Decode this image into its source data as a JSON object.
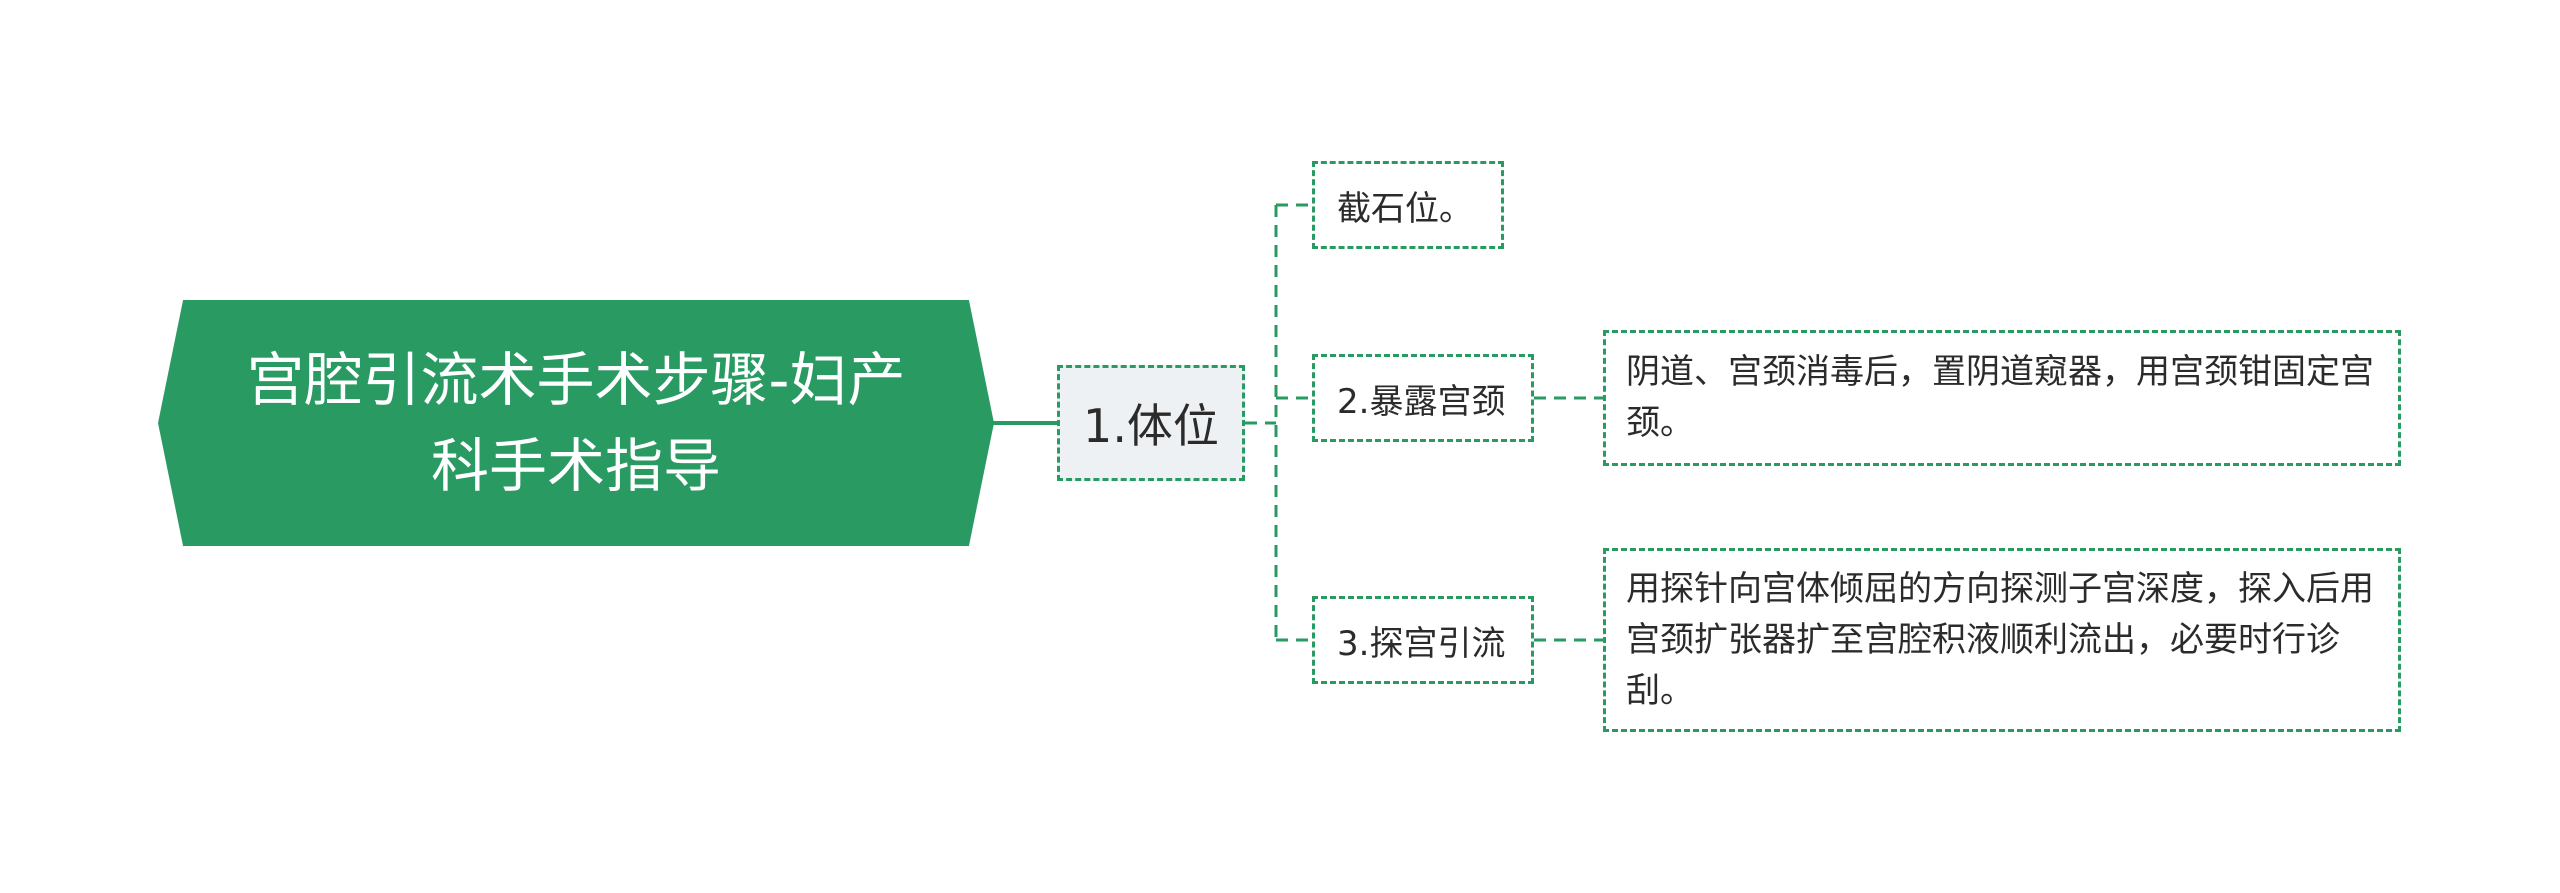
{
  "root": {
    "line1": "宫腔引流术手术步骤-妇产",
    "line2": "科手术指导"
  },
  "level1": {
    "label": "1.体位"
  },
  "level2": [
    {
      "label": "截石位。"
    },
    {
      "label": "2.暴露宫颈"
    },
    {
      "label": "3.探宫引流"
    }
  ],
  "details": [
    {
      "text": "阴道、宫颈消毒后，置阴道窥器，用宫颈钳固定宫颈。"
    },
    {
      "text": "用探针向宫体倾屈的方向探测子宫深度，探入后用宫颈扩张器扩至宫腔积液顺利流出，必要时行诊刮。"
    }
  ],
  "colors": {
    "accent": "#2a9a63",
    "connector": "#2a9a63",
    "level1_fill": "#eef1f4",
    "text": "#2b2b2b",
    "root_text": "#ffffff"
  }
}
